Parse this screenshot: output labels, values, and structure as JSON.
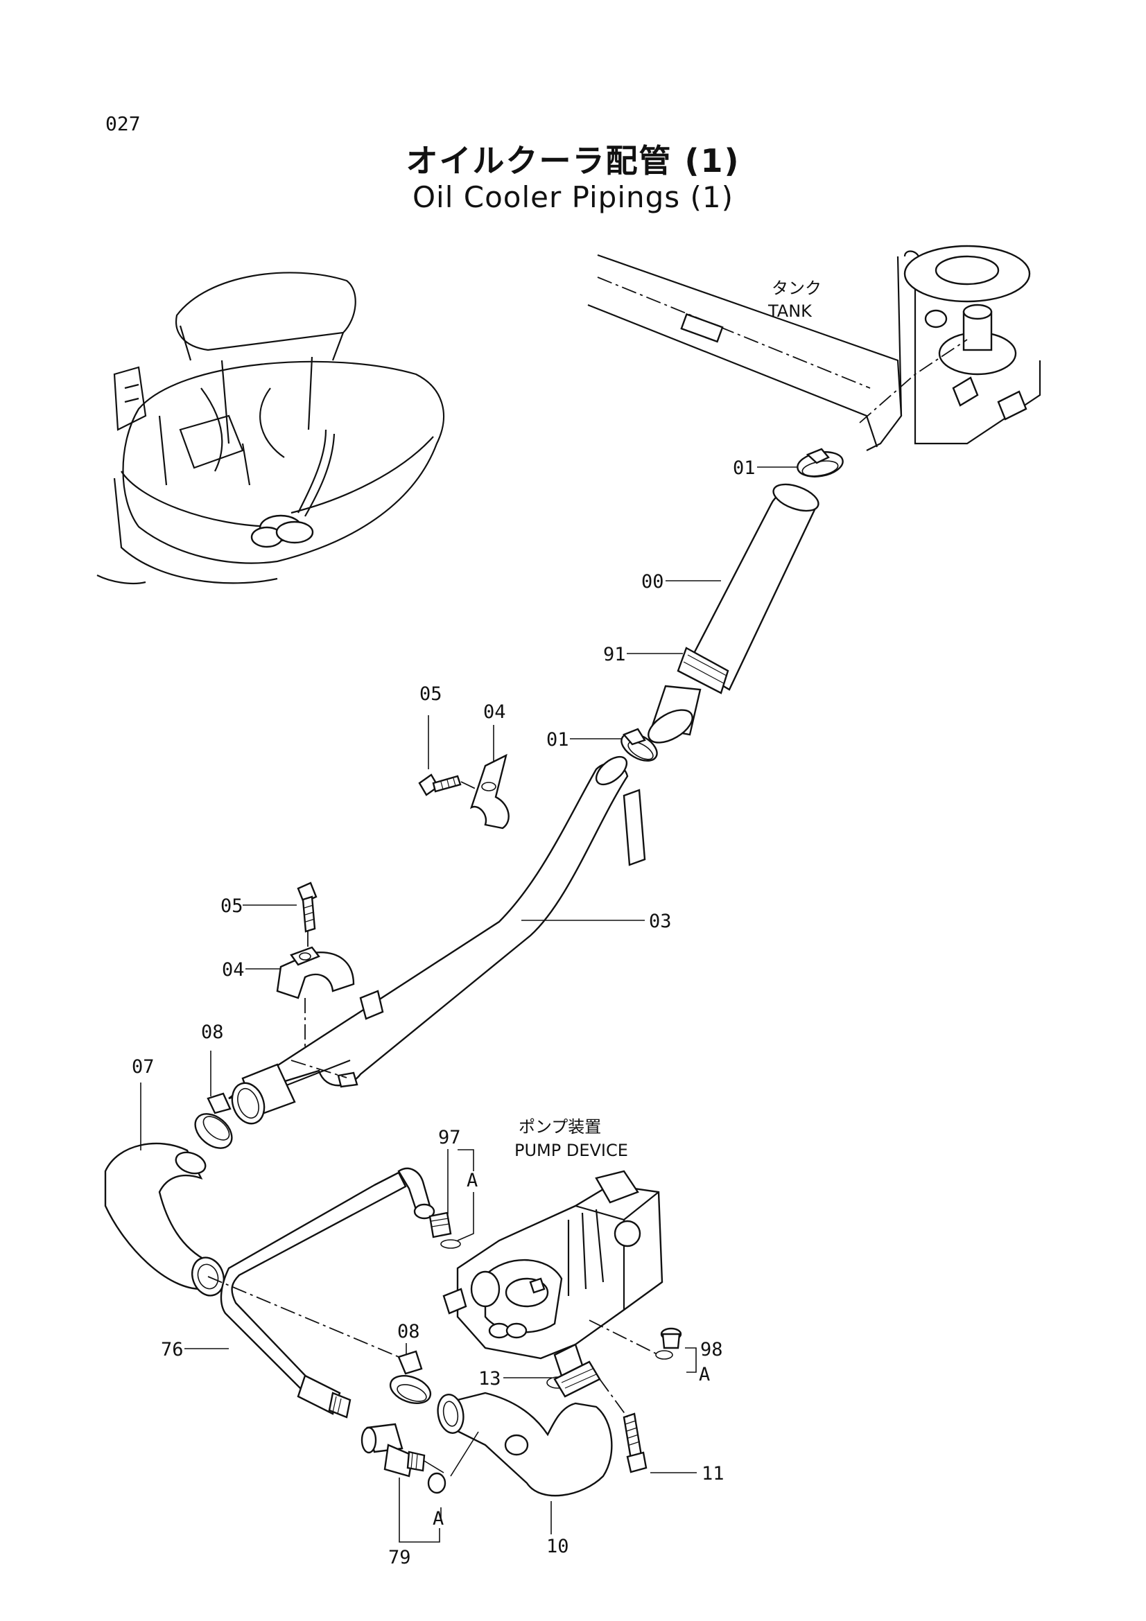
{
  "page_number": "027",
  "title_jp": "オイルクーラ配管 (1)",
  "title_en": "Oil Cooler Pipings (1)",
  "labels": {
    "tank_jp": "タンク",
    "tank_en": "TANK",
    "pump_jp": "ポンプ装置",
    "pump_en": "PUMP DEVICE"
  },
  "callouts": {
    "c01a": "01",
    "c00": "00",
    "c91": "91",
    "c05a": "05",
    "c04a": "04",
    "c01b": "01",
    "c03": "03",
    "c05b": "05",
    "c04b": "04",
    "c08a": "08",
    "c07": "07",
    "c97": "97",
    "cA1": "A",
    "c76": "76",
    "c08b": "08",
    "c98": "98",
    "cA2": "A",
    "c13": "13",
    "c11": "11",
    "cA3": "A",
    "c79": "79",
    "c10": "10"
  }
}
